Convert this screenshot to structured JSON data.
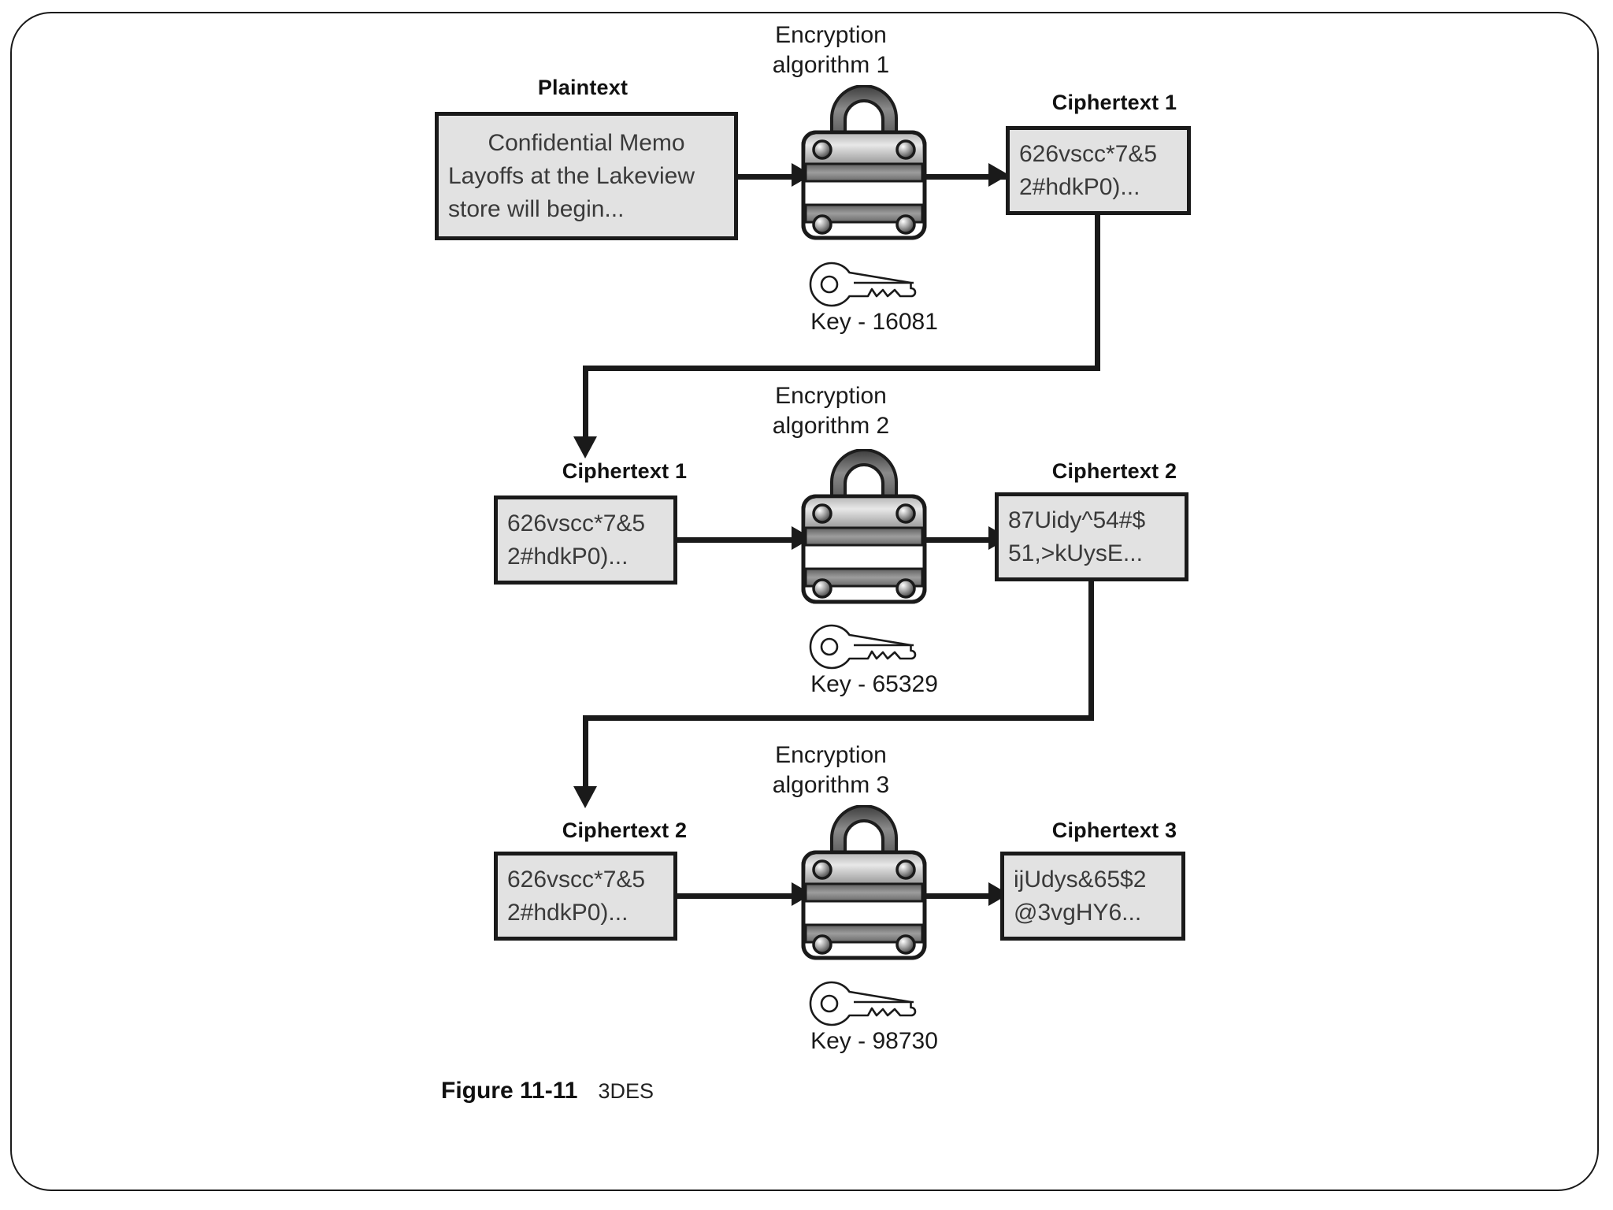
{
  "figure": {
    "number": "Figure 11-11",
    "caption": "3DES"
  },
  "stages": [
    {
      "input_title": "Plaintext",
      "input_lines": [
        "Confidential Memo",
        "Layoffs at the Lakeview",
        "store will begin..."
      ],
      "algorithm_label_line1": "Encryption",
      "algorithm_label_line2": "algorithm 1",
      "key_label": "Key - 16081",
      "output_title": "Ciphertext 1",
      "output_lines": [
        "626vscc*7&5",
        "2#hdkP0)..."
      ]
    },
    {
      "input_title": "Ciphertext 1",
      "input_lines": [
        "626vscc*7&5",
        "2#hdkP0)..."
      ],
      "algorithm_label_line1": "Encryption",
      "algorithm_label_line2": "algorithm 2",
      "key_label": "Key - 65329",
      "output_title": "Ciphertext 2",
      "output_lines": [
        "87Uidy^54#$",
        "51,>kUysE..."
      ]
    },
    {
      "input_title": "Ciphertext 2",
      "input_lines": [
        "626vscc*7&5",
        "2#hdkP0)..."
      ],
      "algorithm_label_line1": "Encryption",
      "algorithm_label_line2": "algorithm 3",
      "key_label": "Key - 98730",
      "output_title": "Ciphertext 3",
      "output_lines": [
        "ijUdys&65$2",
        "@3vgHY6..."
      ]
    }
  ],
  "icons": {
    "padlock": "padlock-icon",
    "key": "key-icon"
  },
  "colors": {
    "line": "#1a1a1a",
    "box_fill": "#e2e2e2",
    "box_border": "#1a1a1a",
    "page_background": "#ffffff",
    "text": "#1a1a1a"
  }
}
